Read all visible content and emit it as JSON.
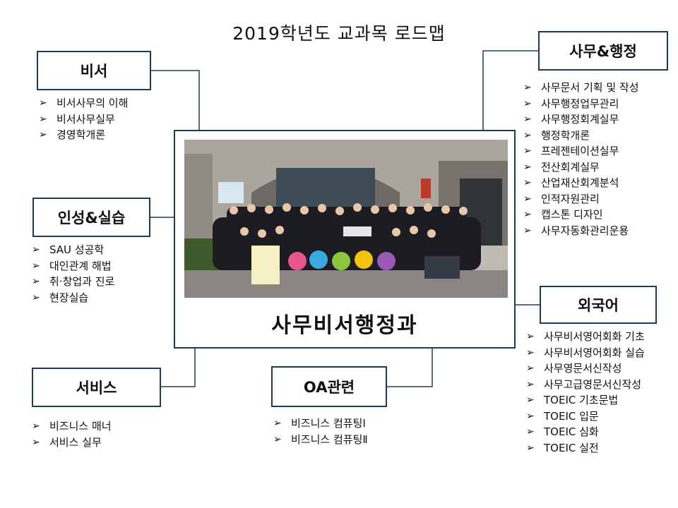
{
  "title": "2019학년도 교과목 로드맵",
  "center": {
    "label": "사무비서행정과"
  },
  "colors": {
    "box_border": "#1f3b5c",
    "connector": "#1f3b5c"
  },
  "categories": {
    "secretary": {
      "label": "비서",
      "items": [
        "비서사무의 이해",
        "비서사무실무",
        "경영학개론"
      ]
    },
    "character": {
      "label": "인성&실습",
      "items": [
        "SAU 성공학",
        "대인관계 해법",
        "취·창업과 진로",
        "현장실습"
      ]
    },
    "service": {
      "label": "서비스",
      "items": [
        "비즈니스 매너",
        "서비스 실무"
      ]
    },
    "oa": {
      "label": "OA관련",
      "items": [
        "비즈니스 컴퓨팅Ⅰ",
        "비즈니스 컴퓨팅Ⅱ"
      ]
    },
    "admin": {
      "label": "사무&행정",
      "items": [
        "사무문서 기획 및 작성",
        "사무행정업무관리",
        "사무행정회계실무",
        "행정학개론",
        "프레젠테이션실무",
        "전산회계실무",
        "산업재산회계분석",
        "인적자원관리",
        "캡스톤 디자인",
        "사무자동화관리운용"
      ]
    },
    "language": {
      "label": "외국어",
      "items": [
        "사무비서영어회화 기초",
        "사무비서영어회화 실습",
        "사무영문서신작성",
        "사무고급영문서신작성",
        "TOEIC 기초문법",
        "TOEIC 입문",
        "TOEIC 심화",
        "TOEIC 실전"
      ]
    }
  },
  "icons": {
    "bullet": "arrow-bullet-icon"
  }
}
